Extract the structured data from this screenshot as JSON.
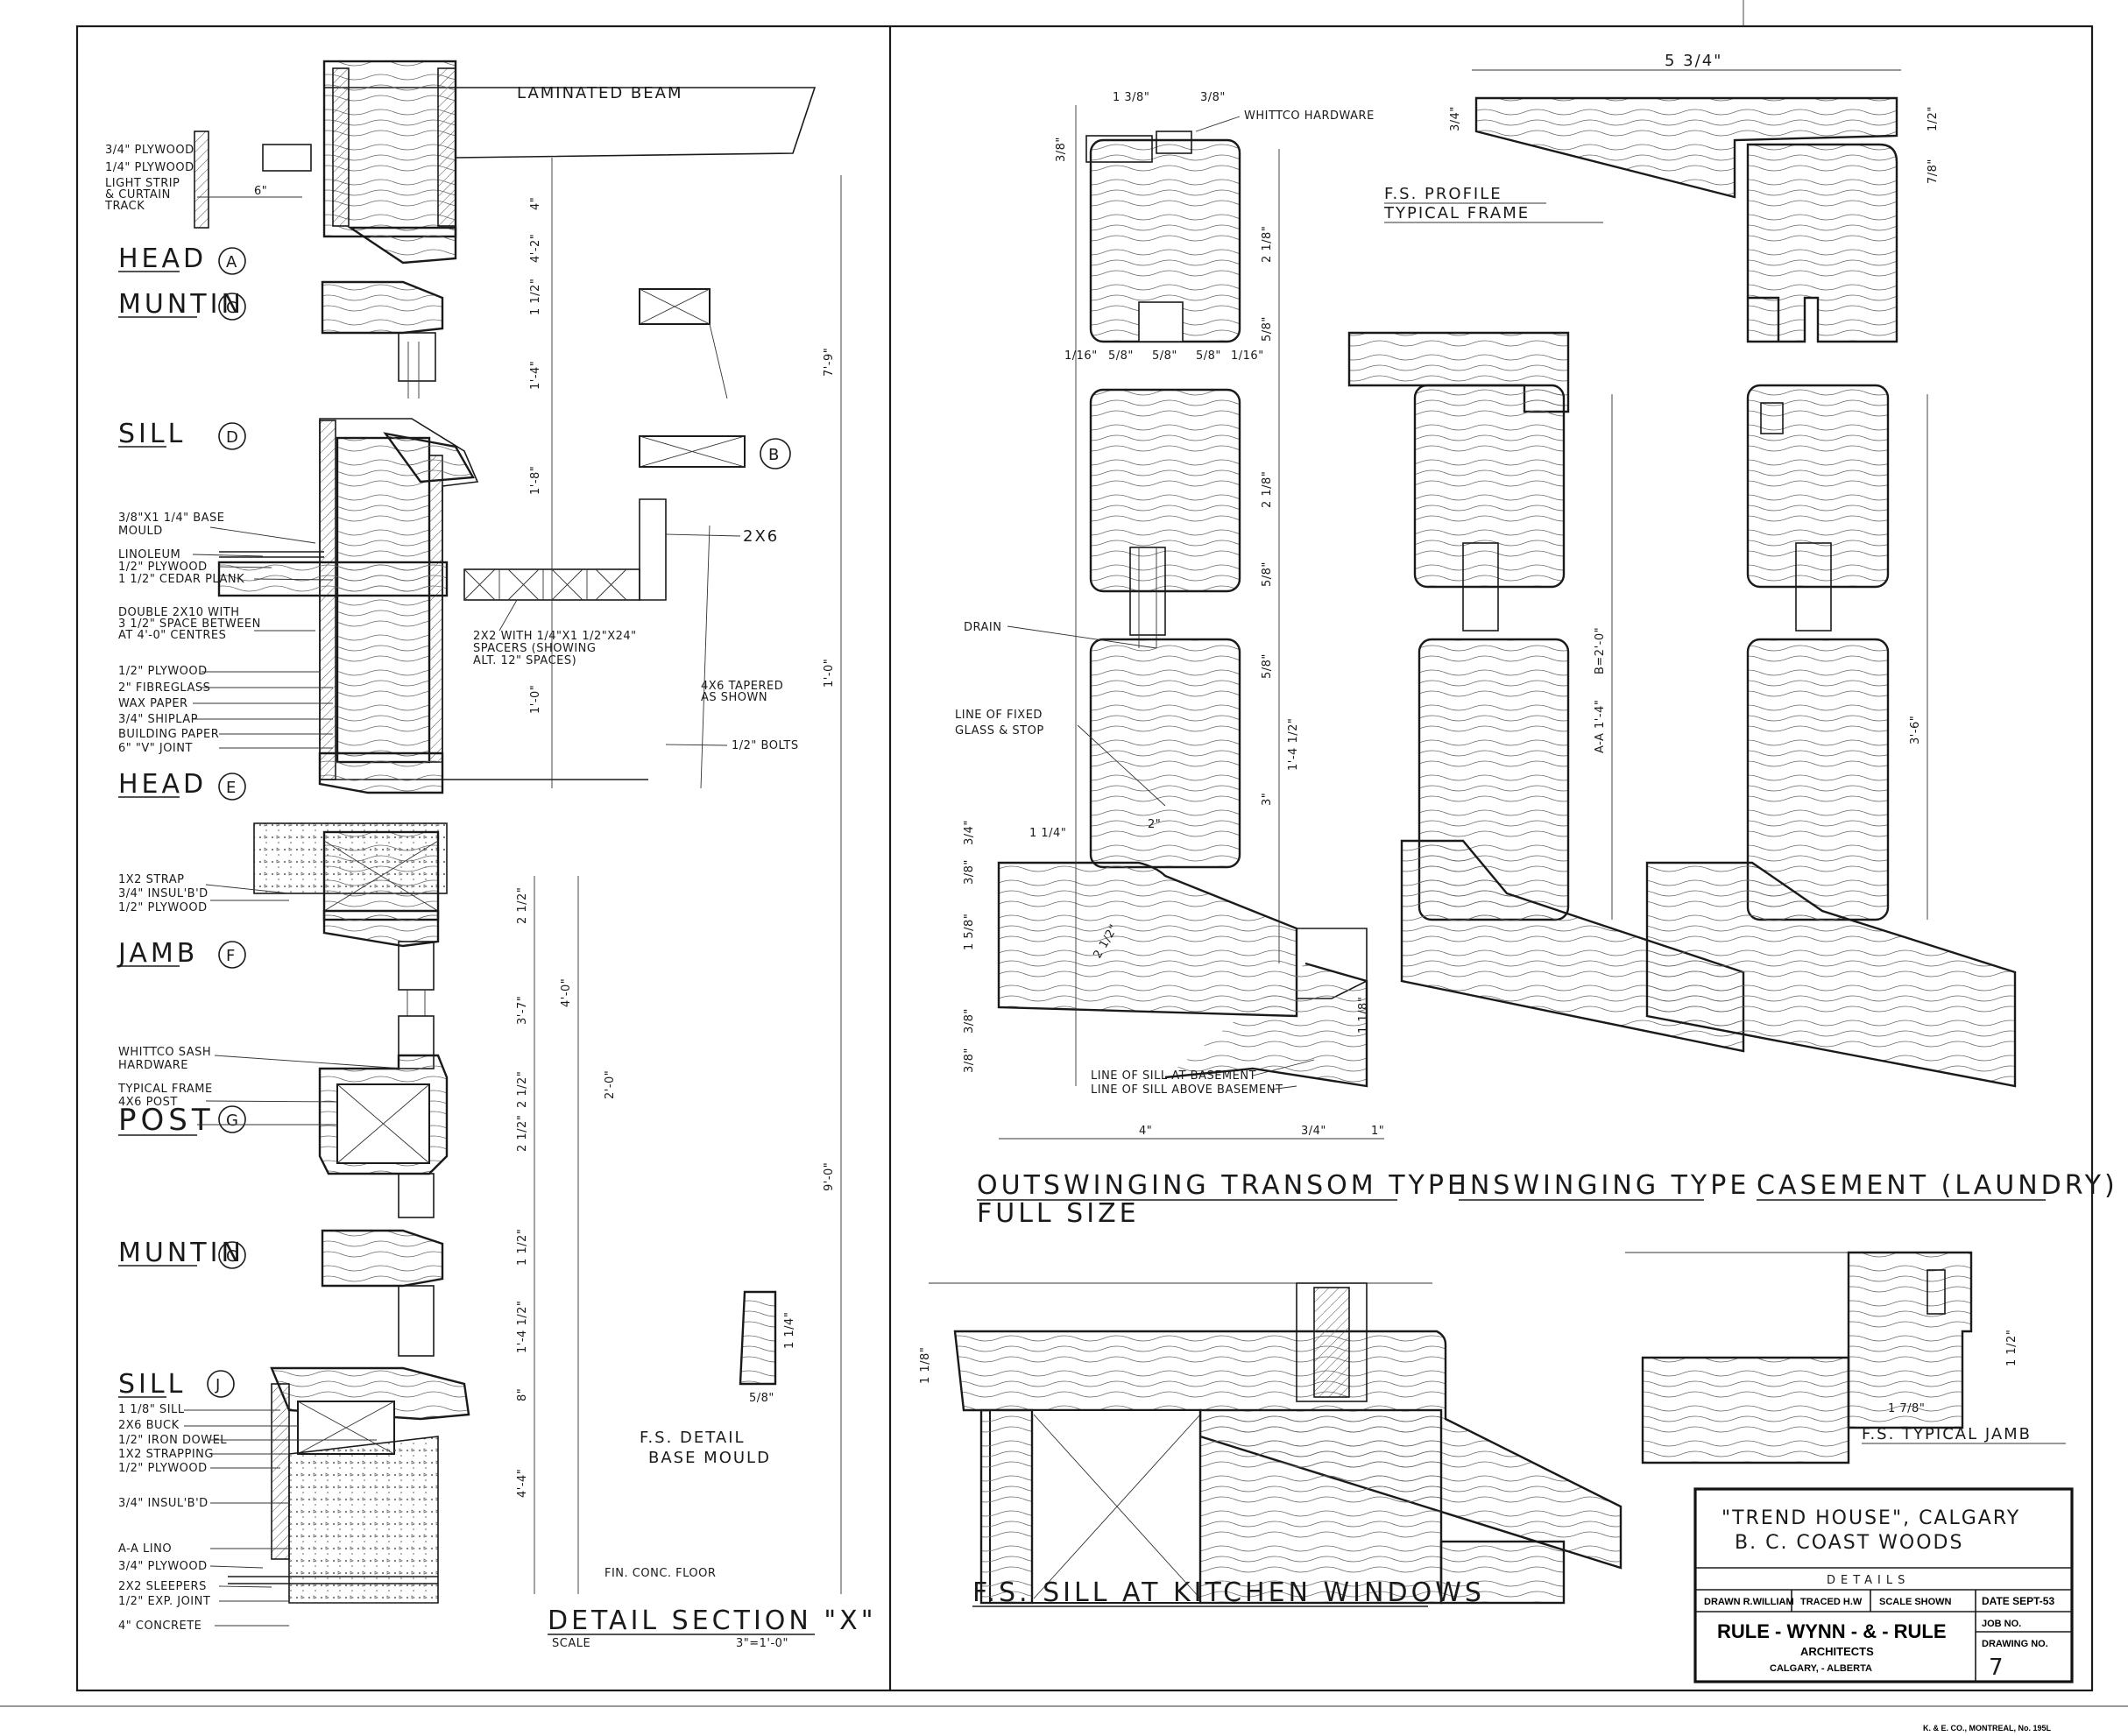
{
  "colors": {
    "ink": "#1a1a1a",
    "paper": "#ffffff"
  },
  "section_x": {
    "top_label": "LAMINATED BEAM",
    "head_top_notes": [
      "3/4\" PLYWOOD",
      "1/4\" PLYWOOD",
      "LIGHT STRIP",
      "& CURTAIN",
      "TRACK"
    ],
    "dim_6": "6\"",
    "markers": [
      {
        "label": "HEAD",
        "letter": "A"
      },
      {
        "label": "MUNTIN",
        "letter": "C"
      },
      {
        "label": "SILL",
        "letter": "D"
      },
      {
        "label": "HEAD",
        "letter": "E"
      },
      {
        "label": "JAMB",
        "letter": "F"
      },
      {
        "label": "POST",
        "letter": "G"
      },
      {
        "label": "MUNTIN",
        "letter": "C"
      },
      {
        "label": "SILL",
        "letter": "J"
      }
    ],
    "sill_d_notes": [
      "3/8\"X1 1/4\" BASE",
      "MOULD",
      "LINOLEUM",
      "1/2\" PLYWOOD",
      "1 1/2\" CEDAR PLANK"
    ],
    "joist_note": [
      "DOUBLE 2X10 WITH",
      "3 1/2\" SPACE BETWEEN",
      "AT 4'-0\" CENTRES"
    ],
    "wall_notes": [
      "1/2\" PLYWOOD",
      "2\" FIBREGLASS",
      "WAX PAPER",
      "3/4\" SHIPLAP",
      "BUILDING PAPER",
      "6\" \"V\" JOINT"
    ],
    "jamb_notes": [
      "1X2 STRAP",
      "3/4\" INSUL'B'D",
      "1/2\" PLYWOOD"
    ],
    "post_notes": [
      "WHITTCO SASH",
      "HARDWARE",
      "TYPICAL FRAME",
      "4X6 POST"
    ],
    "sill_j_notes": [
      "1 1/8\" SILL",
      "2X6 BUCK",
      "1/2\" IRON DOWEL",
      "1X2 STRAPPING",
      "1/2\" PLYWOOD",
      "3/4\" INSUL'B'D",
      "A-A LINO",
      "3/4\" PLYWOOD",
      "2X2 SLEEPERS",
      "1/2\" EXP. JOINT",
      "4\" CONCRETE"
    ],
    "spacer_note": [
      "2X2 WITH 1/4\"X1 1/2\"X24\"",
      "SPACERS (SHOWING",
      "ALT. 12\" SPACES)"
    ],
    "label_2x6": "2X6",
    "marker_b": "B",
    "tapered_note": [
      "4X6 TAPERED",
      "AS SHOWN"
    ],
    "bolts_note": "1/2\" BOLTS",
    "dims_vertical": [
      "4\"",
      "4'-2\"",
      "1 1/2\"",
      "1'-4\"",
      "1'-8\"",
      "1'-0\"",
      "7'-9\"",
      "1'-0\"",
      "2 1/2\"",
      "3'-7\"",
      "4'-0\"",
      "2'-0\"",
      "2 1/2\"",
      "2 1/2\"",
      "9'-0\"",
      "1 1/2\"",
      "1'-4 1/2\"",
      "8\"",
      "4'-4\""
    ],
    "base_mould_dims": [
      "1 1/4\"",
      "5/8\""
    ],
    "base_mould_label": [
      "F.S. DETAIL",
      "BASE MOULD"
    ],
    "floor_note": "FIN. CONC. FLOOR",
    "title": "DETAIL SECTION \"X\"",
    "scale_label": "SCALE",
    "scale_value": "3\"=1'-0\""
  },
  "full_size": {
    "whittco": "WHITTCO HARDWARE",
    "drain": "DRAIN",
    "fixed_glass": [
      "LINE OF FIXED",
      "GLASS & STOP"
    ],
    "sill_lines": [
      "LINE OF SILL AT BASEMENT",
      "LINE OF SILL ABOVE BASEMENT"
    ],
    "profile_label": [
      "F.S. PROFILE",
      "TYPICAL FRAME"
    ],
    "dim_top": "5 3/4\"",
    "dims_transom": [
      "1 3/8\"",
      "3/8\"",
      "3/8\"",
      "2 1/8\"",
      "5/8\"",
      "1/16\"",
      "5/8\"",
      "5/8\"",
      "5/8\"",
      "1/16\"",
      "2 1/8\"",
      "5/8\"",
      "5/8\"",
      "1'-4 1/2\"",
      "3\"",
      "3/4\"",
      "1 1/4\"",
      "3/8\"",
      "1 5/8\"",
      "2 1/2\"",
      "2\"",
      "3/8\"",
      "3/8\"",
      "1 1/8\"",
      "4\"",
      "3/4\"",
      "1\""
    ],
    "dims_right": [
      "3/4\"",
      "1/2\"",
      "7/8\"",
      "A-A 1'-4\"",
      "B=2'-0\"",
      "3'-6\""
    ],
    "heading_outswing": "OUTSWINGING TRANSOM TYPE",
    "subheading_outswing": "FULL SIZE",
    "heading_inswing": "INSWINGING TYPE",
    "heading_casement": "CASEMENT (LAUNDRY)",
    "kitchen_sill_label": "F.S. SILL AT KITCHEN WINDOWS",
    "kitchen_dim": "1 1/8\"",
    "jamb_label": "F.S. TYPICAL JAMB",
    "jamb_dims": [
      "1 1/2\"",
      "1 7/8\""
    ]
  },
  "title_block": {
    "project_line1": "\"TREND HOUSE\", CALGARY",
    "project_line2": "B. C. COAST WOODS",
    "sheet_title": "DETAILS",
    "drawn": "DRAWN R.WILLIAM",
    "traced": "TRACED H.W",
    "scale": "SCALE SHOWN",
    "date": "DATE SEPT-53",
    "firm": "RULE - WYNN - & - RULE",
    "firm_sub": "ARCHITECTS",
    "location": "CALGARY, - ALBERTA",
    "job_no": "JOB NO.",
    "drawing_no_label": "DRAWING NO.",
    "drawing_no": "7"
  },
  "printer_mark": "K. & E. CO., MONTREAL, No. 195L"
}
